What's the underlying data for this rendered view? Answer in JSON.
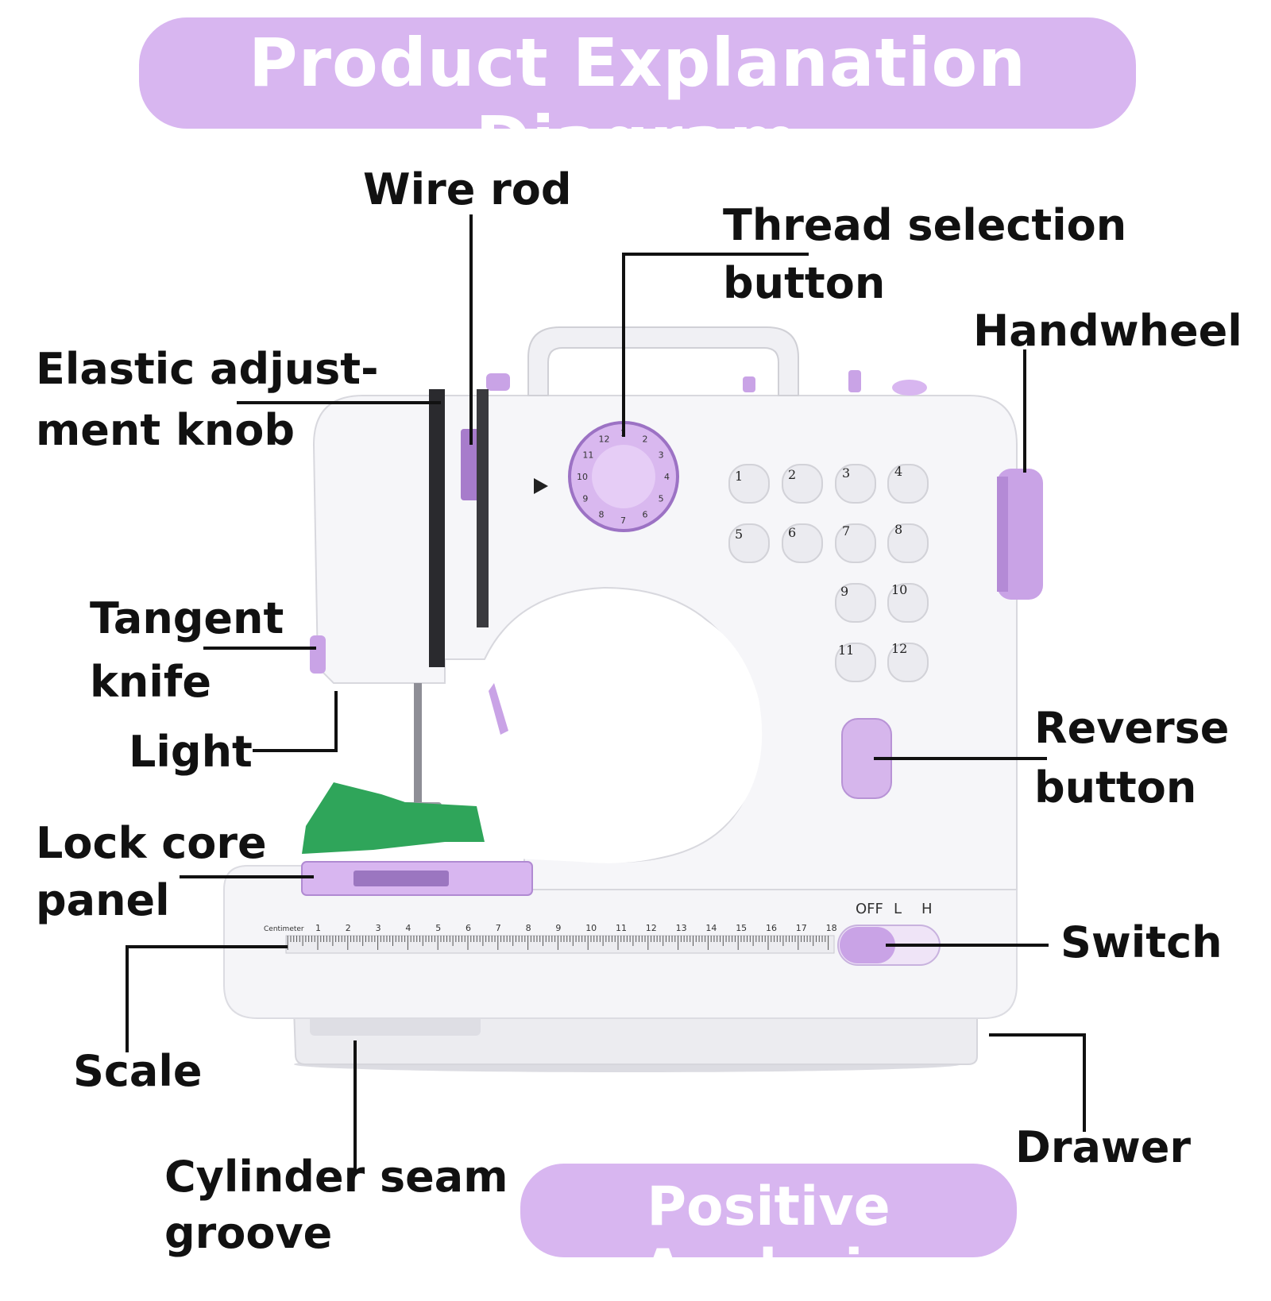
{
  "title": "Product Explanation Diagram",
  "subtitle": "Positive Analysis",
  "labels": {
    "wire_rod": "Wire rod",
    "thread_selection_1": "Thread selection",
    "thread_selection_2": "button",
    "handwheel": "Handwheel",
    "elastic_1": "Elastic adjust-",
    "elastic_2": "ment knob",
    "tangent_1": "Tangent",
    "tangent_2": "knife",
    "light": "Light",
    "lock_core_1": "Lock core",
    "lock_core_2": "panel",
    "reverse_1": "Reverse",
    "reverse_2": "button",
    "switch": "Switch",
    "scale": "Scale",
    "drawer": "Drawer",
    "cylinder_1": "Cylinder seam",
    "cylinder_2": "groove"
  },
  "machine": {
    "ruler_caption": "Centimeter",
    "ruler_numbers": [
      "1",
      "2",
      "3",
      "4",
      "5",
      "6",
      "7",
      "8",
      "9",
      "10",
      "11",
      "12",
      "13",
      "14",
      "15",
      "16",
      "17",
      "18"
    ],
    "stitch_numbers": [
      "1",
      "2",
      "3",
      "4",
      "5",
      "6",
      "7",
      "8",
      "9",
      "10",
      "11",
      "12"
    ],
    "dial_numbers": [
      "1",
      "2",
      "3",
      "4",
      "5",
      "6",
      "7",
      "8",
      "9",
      "10",
      "11",
      "12"
    ],
    "switch_labels": [
      "OFF",
      "L",
      "H"
    ]
  },
  "colors": {
    "banner": "#d8b6f0",
    "accent_purple": "#c9a3e6",
    "body_white": "#f4f4f6",
    "fabric_green": "#2fa55a",
    "leader_line": "#111111"
  }
}
